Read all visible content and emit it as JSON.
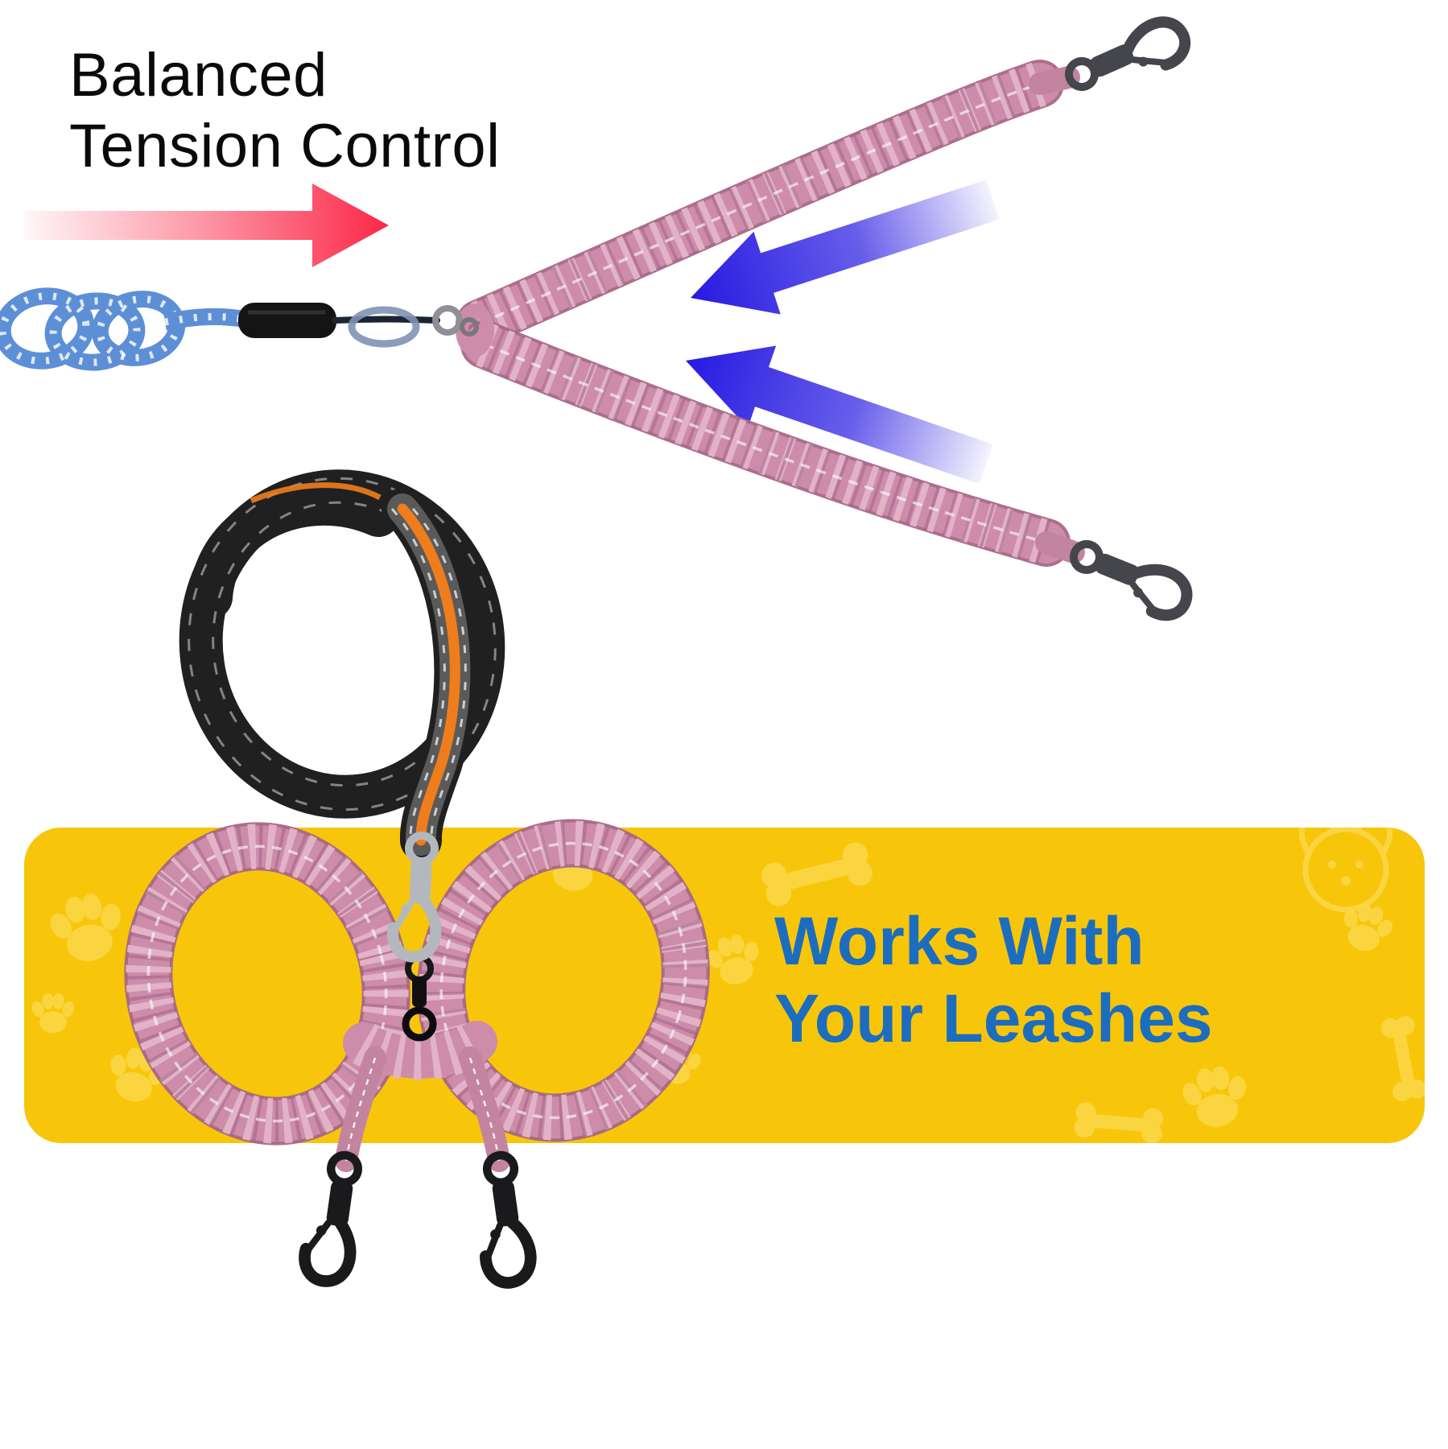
{
  "headline": {
    "line1": "Balanced",
    "line2": "Tension Control"
  },
  "banner": {
    "line1": "Works With",
    "line2": "Your Leashes"
  },
  "colors": {
    "page_background": "#ffffff",
    "headline_text": "#0a0a0a",
    "banner_background": "#f7c60a",
    "banner_text": "#1c6dbe",
    "banner_decoration": "#fbd84a",
    "red_arrow": "#fb2848",
    "blue_arrow": "#2012e0",
    "bungee_pink": "#cd8caa",
    "bungee_pink_light": "#e2b2c7",
    "bungee_pink_dark": "#a66787",
    "webbing_pink": "#c2849e",
    "rope_blue": "#5d8fd6",
    "rope_sleeve": "#141414",
    "leash_black": "#202020",
    "leash_gray": "#5a5a5a",
    "leash_stripe_orange": "#ef7d1c",
    "clasp_gunmetal": "#45464c",
    "clasp_silver": "#b3b8bf",
    "clasp_black": "#1a1a1c",
    "swivel_gray": "#8e9096"
  },
  "icons": {
    "red_arrow": "arrow-right",
    "blue_arrows": "arrow-left",
    "paw_print": "paw-print",
    "bone": "dog-bone",
    "dog_face": "dog-face-outline"
  }
}
